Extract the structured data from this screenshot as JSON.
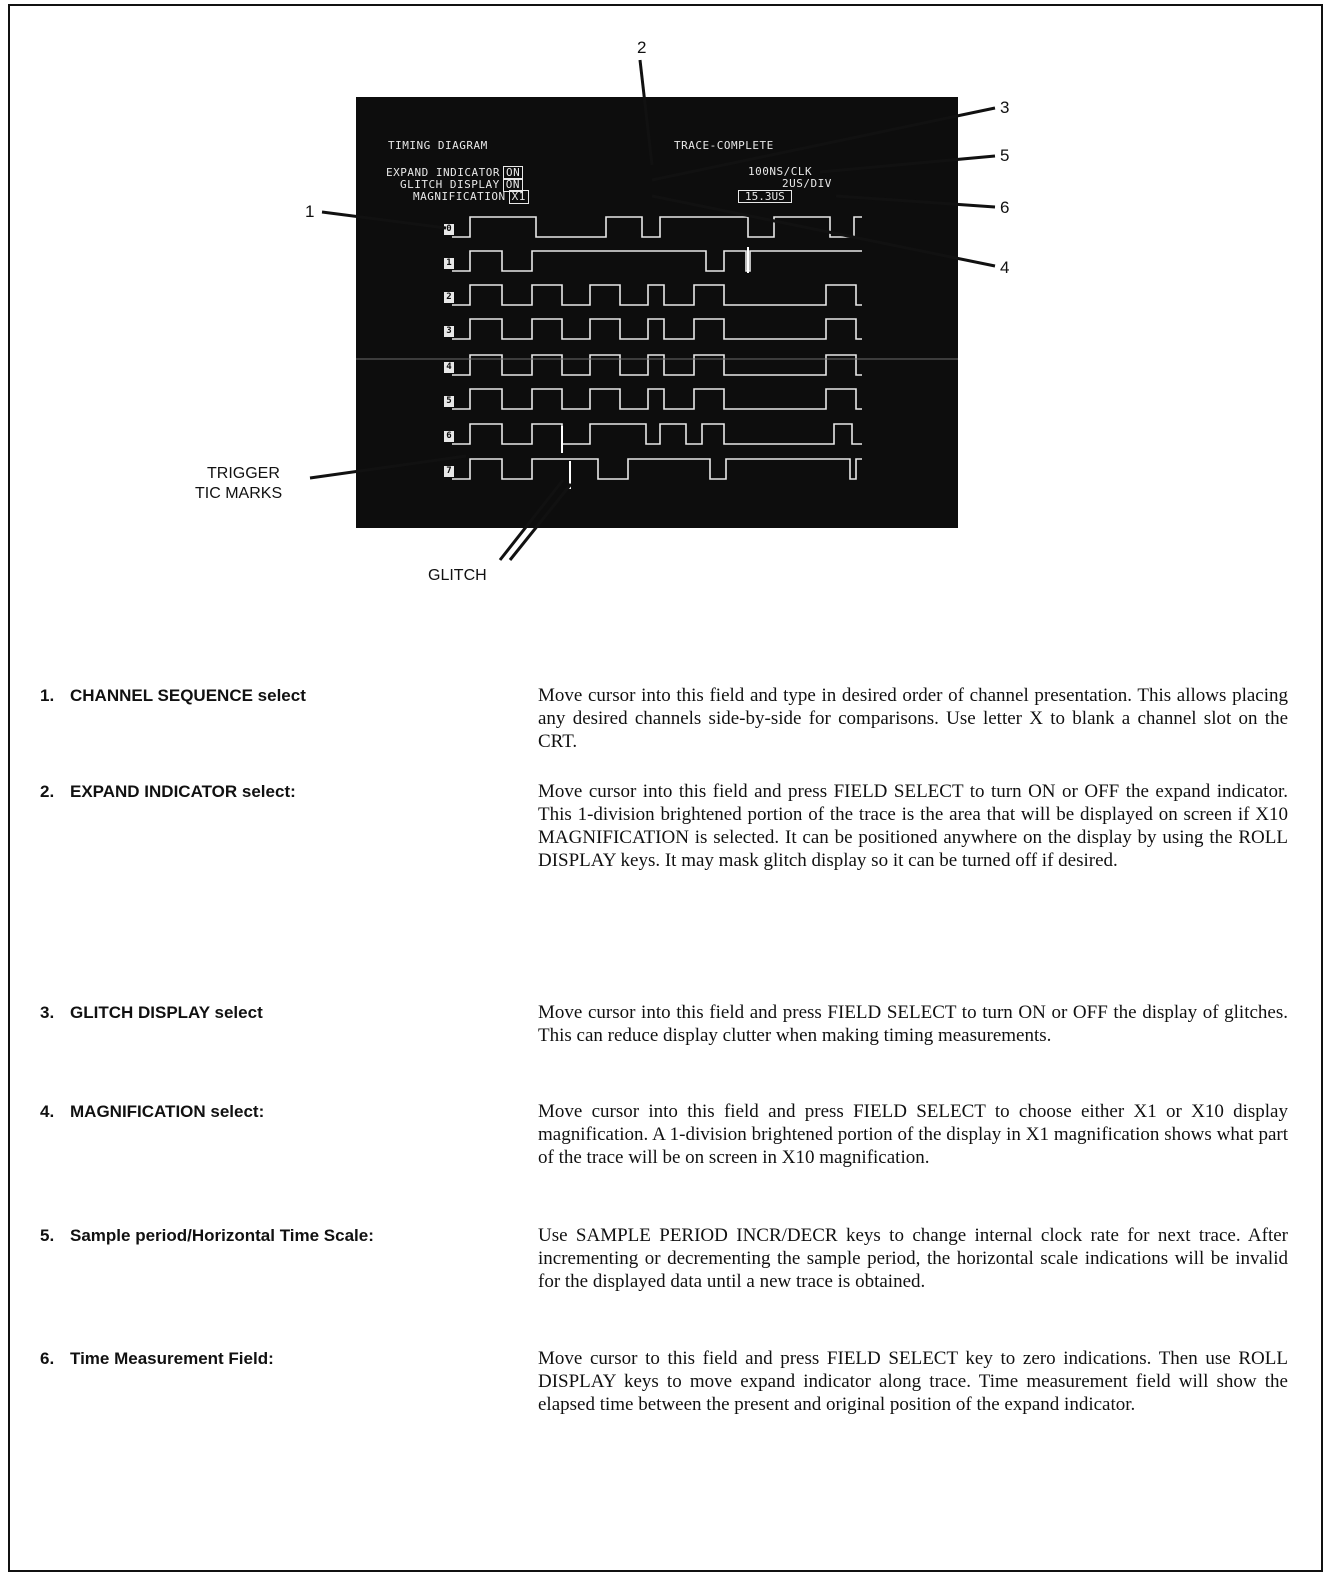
{
  "figure": {
    "crt": {
      "title": "TIMING DIAGRAM",
      "status": "TRACE-COMPLETE",
      "expand_indicator_label": "EXPAND INDICATOR",
      "expand_indicator_value": "ON",
      "glitch_display_label": "GLITCH DISPLAY",
      "glitch_display_value": "ON",
      "magnification_label": "MAGNIFICATION",
      "magnification_value": "X1",
      "sample_period": "100NS/CLK",
      "time_per_div": "2US/DIV",
      "time_measurement": "15.3US",
      "channel_markers": [
        "0",
        "1",
        "2",
        "3",
        "4",
        "5",
        "6",
        "7"
      ]
    },
    "callouts": [
      "1",
      "2",
      "3",
      "4",
      "5",
      "6"
    ],
    "trigger_label_line1": "TRIGGER",
    "trigger_label_line2": "TIC MARKS",
    "glitch_label": "GLITCH"
  },
  "descriptions": [
    {
      "num": "1.",
      "title": "CHANNEL SEQUENCE select",
      "text": "Move cursor into this field and type in desired order of channel presentation. This allows placing any desired channels side-by-side for comparisons. Use letter X to blank a channel slot on the CRT."
    },
    {
      "num": "2.",
      "title": "EXPAND INDICATOR select:",
      "text": "Move cursor into this field and press FIELD SELECT to turn ON or OFF the expand indicator. This 1-division brightened portion of the trace is the area that will be displayed on screen if X10 MAGNIFICATION is selected. It can be positioned anywhere on the display by using the ROLL DISPLAY keys. It may mask glitch display so it can be turned off if desired."
    },
    {
      "num": "3.",
      "title": "GLITCH DISPLAY select",
      "text": "Move cursor into this field and press FIELD SELECT to turn ON or OFF the display of glitches. This can reduce display clutter when making timing measurements."
    },
    {
      "num": "4.",
      "title": "MAGNIFICATION select:",
      "text": "Move cursor into this field and press FIELD SELECT to choose either X1 or X10 display magnification. A 1-division brightened portion of the display in X1 magnification shows what part of the trace will be on screen in X10 magnification."
    },
    {
      "num": "5.",
      "title": "Sample period/Horizontal Time Scale:",
      "text": "Use SAMPLE PERIOD INCR/DECR keys to change internal clock rate for next trace. After incrementing or decrementing the sample period, the horizontal scale indications will be invalid for the displayed data until a new trace is obtained."
    },
    {
      "num": "6.",
      "title": "Time Measurement Field:",
      "text": "Move cursor to this field and press FIELD SELECT key to zero indications. Then use ROLL DISPLAY keys to move expand indicator along trace. Time measurement field will show the elapsed time between the present and original position of the expand indicator."
    }
  ]
}
